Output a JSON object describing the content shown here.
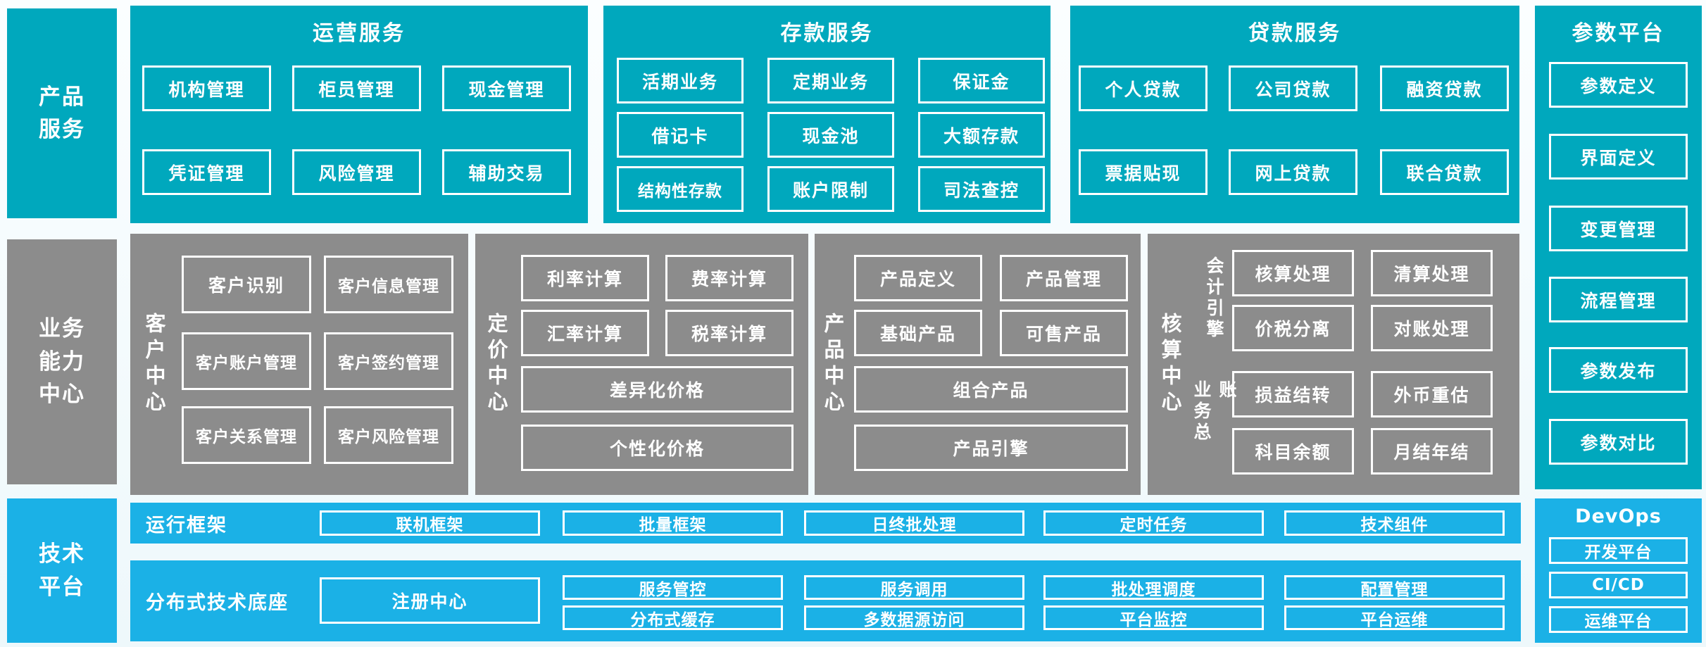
{
  "colors": {
    "teal": "#00a8bd",
    "gray": "#8c8c8c",
    "blue": "#1bb1e6",
    "background": "#f3fafc",
    "box_border": "#ffffff",
    "text": "#ffffff"
  },
  "rails": {
    "product": "产品\n服务",
    "business": "业务\n能力\n中心",
    "tech": "技术\n平台"
  },
  "top": {
    "operation": {
      "title": "运营服务",
      "items": [
        "机构管理",
        "柜员管理",
        "现金管理",
        "凭证管理",
        "风险管理",
        "辅助交易"
      ]
    },
    "deposit": {
      "title": "存款服务",
      "items": [
        "活期业务",
        "定期业务",
        "保证金",
        "借记卡",
        "现金池",
        "大额存款",
        "结构性存款",
        "账户限制",
        "司法查控"
      ]
    },
    "loan": {
      "title": "贷款服务",
      "items": [
        "个人贷款",
        "公司贷款",
        "融资贷款",
        "票据贴现",
        "网上贷款",
        "联合贷款"
      ]
    },
    "parameter": {
      "title": "参数平台",
      "items": [
        "参数定义",
        "界面定义",
        "变更管理",
        "流程管理",
        "参数发布",
        "参数对比"
      ]
    }
  },
  "middle": {
    "customer": {
      "label": "客户中心",
      "items": [
        "客户识别",
        "客户信息管理",
        "客户账户管理",
        "客户签约管理",
        "客户关系管理",
        "客户风险管理"
      ]
    },
    "pricing": {
      "label": "定价中心",
      "small": [
        "利率计算",
        "费率计算",
        "汇率计算",
        "税率计算"
      ],
      "wide": [
        "差异化价格",
        "个性化价格"
      ]
    },
    "product": {
      "label": "产品中心",
      "small": [
        "产品定义",
        "产品管理",
        "基础产品",
        "可售产品"
      ],
      "wide": [
        "组合产品",
        "产品引擎"
      ]
    },
    "accounting": {
      "label": "核算中心",
      "engine_label": "会计引擎",
      "ledger_label": "业务总账",
      "engine_items": [
        "核算处理",
        "清算处理",
        "价税分离",
        "对账处理"
      ],
      "ledger_items": [
        "损益结转",
        "外币重估",
        "科目余额",
        "月结年结"
      ]
    }
  },
  "bottom": {
    "runtime": {
      "label": "运行框架",
      "items": [
        "联机框架",
        "批量框架",
        "日终批处理",
        "定时任务",
        "技术组件"
      ]
    },
    "base": {
      "label": "分布式技术底座",
      "registry": "注册中心",
      "items": [
        "服务管控",
        "服务调用",
        "批处理调度",
        "配置管理",
        "分布式缓存",
        "多数据源访问",
        "平台监控",
        "平台运维"
      ]
    },
    "devops": {
      "title": "DevOps",
      "items": [
        "开发平台",
        "CI/CD",
        "运维平台"
      ]
    }
  }
}
